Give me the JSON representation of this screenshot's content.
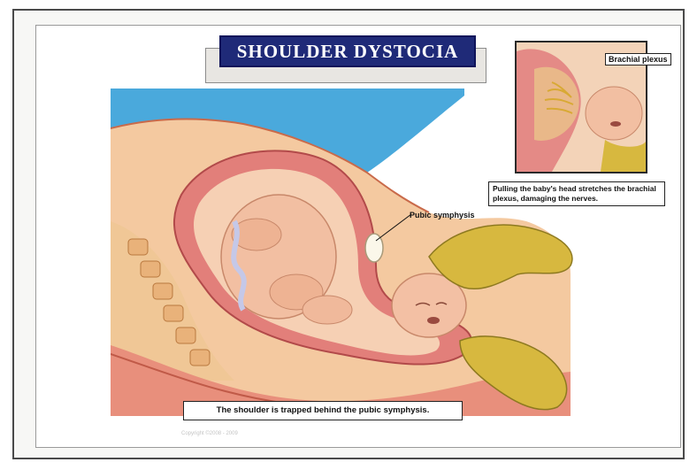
{
  "title": "SHOULDER DYSTOCIA",
  "labels": {
    "brachial_plexus": "Brachial plexus",
    "pubic_symphysis": "Pubic symphysis",
    "pulling_caption": "Pulling the baby's head stretches the brachial plexus, damaging the nerves.",
    "shoulder_caption": "The shoulder is trapped behind the pubic symphysis."
  },
  "copyright": "Copyright ©2008 - 2009",
  "colors": {
    "title_bg": "#1f2a78",
    "sky": "#4aa9dc",
    "uterus": "#e08080",
    "skin": "#f2bfa2",
    "glove": "#d7b83f"
  }
}
